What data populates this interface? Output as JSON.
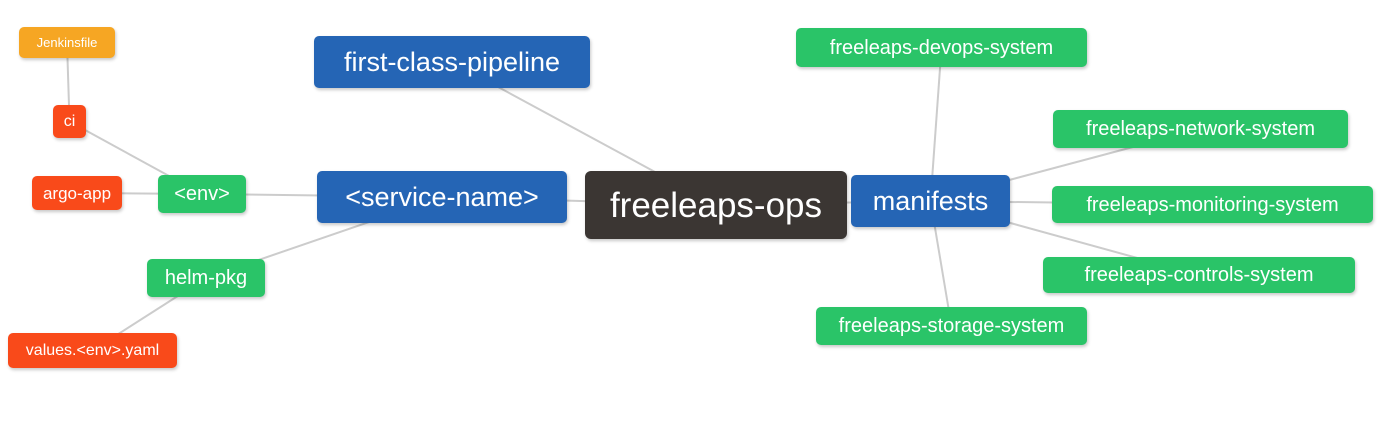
{
  "diagram": {
    "title": "freeleaps-ops mind map",
    "background": "#FFFFFF",
    "text_color": "#FFFFFF",
    "edge_color": "#CCCCCC",
    "edge_width": 2,
    "nodes": [
      {
        "id": "jenkinsfile",
        "label": "Jenkinsfile",
        "color": "#F6A623"
      },
      {
        "id": "ci",
        "label": "ci",
        "color": "#F94A1A"
      },
      {
        "id": "argo-app",
        "label": "argo-app",
        "color": "#F94A1A"
      },
      {
        "id": "env",
        "label": "<env>",
        "color": "#2AC468"
      },
      {
        "id": "first-class-pipeline",
        "label": "first-class-pipeline",
        "color": "#2565B5"
      },
      {
        "id": "service-name",
        "label": "<service-name>",
        "color": "#2565B5"
      },
      {
        "id": "freeleaps-ops",
        "label": "freeleaps-ops",
        "color": "#3B3633"
      },
      {
        "id": "manifests",
        "label": "manifests",
        "color": "#2565B5"
      },
      {
        "id": "freeleaps-devops-system",
        "label": "freeleaps-devops-system",
        "color": "#2AC468"
      },
      {
        "id": "freeleaps-network-system",
        "label": "freeleaps-network-system",
        "color": "#2AC468"
      },
      {
        "id": "freeleaps-monitoring-system",
        "label": "freeleaps-monitoring-system",
        "color": "#2AC468"
      },
      {
        "id": "freeleaps-controls-system",
        "label": "freeleaps-controls-system",
        "color": "#2AC468"
      },
      {
        "id": "freeleaps-storage-system",
        "label": "freeleaps-storage-system",
        "color": "#2AC468"
      },
      {
        "id": "helm-pkg",
        "label": "helm-pkg",
        "color": "#2AC468"
      },
      {
        "id": "values-env-yaml",
        "label": "values.<env>.yaml",
        "color": "#F94A1A"
      }
    ],
    "edges": [
      [
        "jenkinsfile",
        "ci"
      ],
      [
        "ci",
        "env"
      ],
      [
        "argo-app",
        "env"
      ],
      [
        "env",
        "service-name"
      ],
      [
        "service-name",
        "freeleaps-ops"
      ],
      [
        "service-name",
        "helm-pkg"
      ],
      [
        "helm-pkg",
        "values-env-yaml"
      ],
      [
        "first-class-pipeline",
        "freeleaps-ops"
      ],
      [
        "freeleaps-ops",
        "manifests"
      ],
      [
        "manifests",
        "freeleaps-devops-system"
      ],
      [
        "manifests",
        "freeleaps-network-system"
      ],
      [
        "manifests",
        "freeleaps-monitoring-system"
      ],
      [
        "manifests",
        "freeleaps-controls-system"
      ],
      [
        "manifests",
        "freeleaps-storage-system"
      ]
    ]
  }
}
